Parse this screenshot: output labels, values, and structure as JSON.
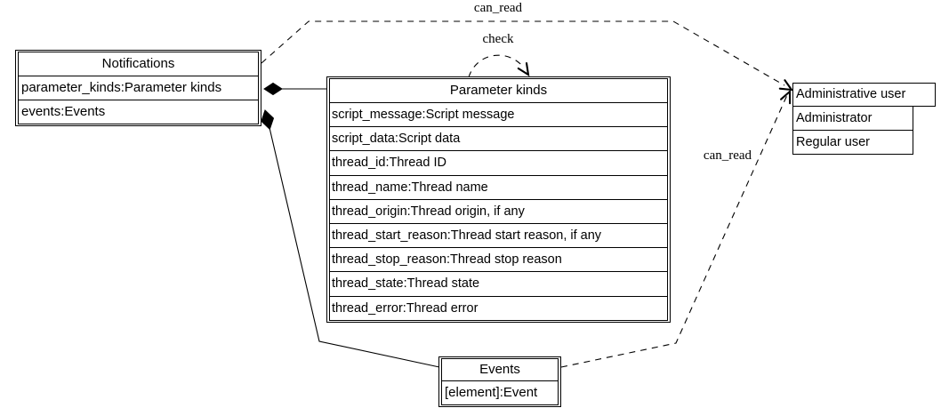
{
  "colors": {
    "line": "#000000",
    "background": "#ffffff",
    "node_fill": "#ffffff",
    "text": "#000000"
  },
  "nodes": {
    "notifications": {
      "title": "Notifications",
      "rows": [
        "parameter_kinds:Parameter kinds",
        "events:Events"
      ]
    },
    "parameter_kinds": {
      "title": "Parameter kinds",
      "rows": [
        "script_message:Script message",
        "script_data:Script data",
        "thread_id:Thread ID",
        "thread_name:Thread name",
        "thread_origin:Thread origin, if any",
        "thread_start_reason:Thread start reason, if any",
        "thread_stop_reason:Thread stop reason",
        "thread_state:Thread state",
        "thread_error:Thread error"
      ]
    },
    "administrative_user": {
      "title": "Administrative user",
      "rows": [
        "Administrator",
        "Regular user"
      ]
    },
    "events": {
      "title": "Events",
      "rows": [
        "[element]:Event"
      ]
    }
  },
  "edges": {
    "notifications_can_read": {
      "label": "can_read",
      "style": "dashed",
      "from": "Notifications",
      "to": "Administrative user"
    },
    "parameter_kinds_check": {
      "label": "check",
      "style": "dashed",
      "from": "Parameter kinds",
      "to": "Parameter kinds"
    },
    "events_can_read": {
      "label": "can_read",
      "style": "dashed",
      "from": "Events",
      "to": "Administrative user"
    },
    "notifications_parameter_kinds": {
      "label": "",
      "style": "solid-diamond",
      "from": "Notifications",
      "to": "Parameter kinds"
    },
    "notifications_events": {
      "label": "",
      "style": "solid-diamond",
      "from": "Notifications",
      "to": "Events"
    }
  }
}
